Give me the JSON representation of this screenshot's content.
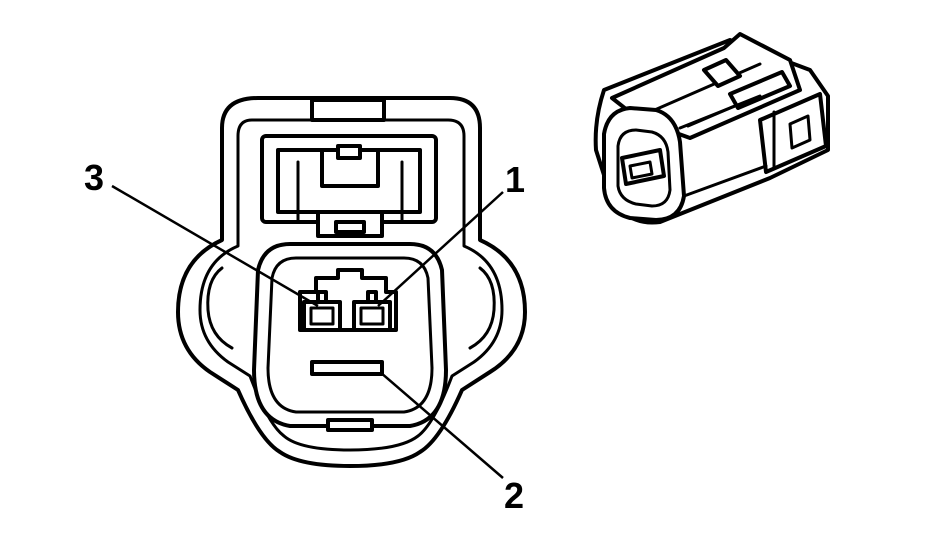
{
  "callouts": {
    "pin1": "1",
    "pin2": "2",
    "pin3": "3"
  }
}
